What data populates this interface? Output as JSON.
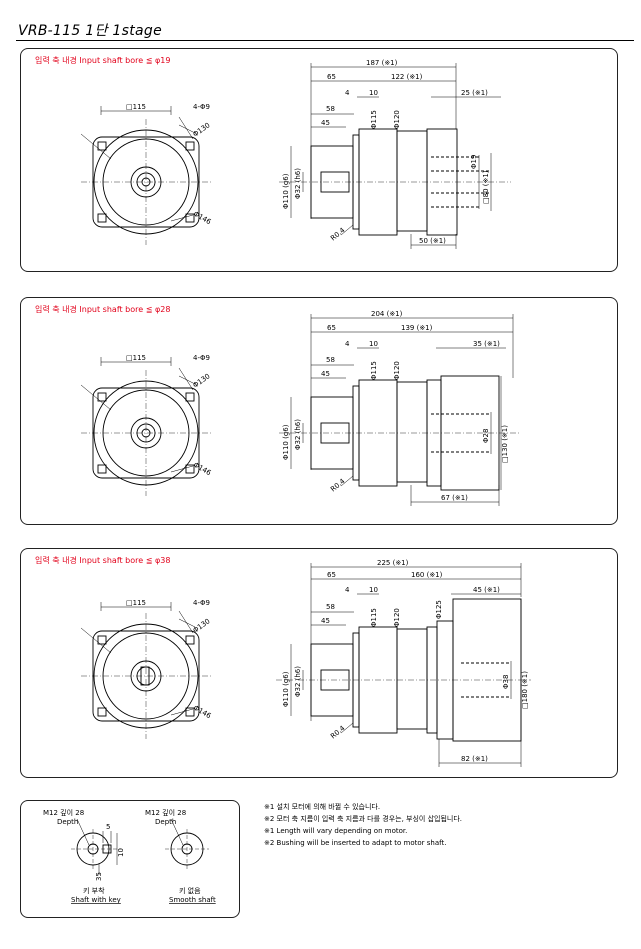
{
  "title": "VRB-115 1단 1stage",
  "panels": [
    {
      "caption": "입력 축 내경  Input shaft bore  ≦ φ19",
      "front": {
        "square": "□115",
        "holes": "4-Φ9",
        "pcd": "Φ130",
        "outer": "Φ146"
      },
      "side": {
        "total": "187 (※1)",
        "d65": "65",
        "d122": "122 (※1)",
        "d58": "58",
        "d4": "4",
        "d10": "10",
        "d45": "45",
        "d25": "25 (※1)",
        "dia115": "Φ115",
        "dia120": "Φ120",
        "dia110": "Φ110 (g6)",
        "dia32": "Φ32 (h6)",
        "r04": "R0.4",
        "bore": "Φ19",
        "flange": "□80 (※1)",
        "len": "50 (※1)"
      }
    },
    {
      "caption": "입력 축 내경  Input shaft bore  ≦ φ28",
      "front": {
        "square": "□115",
        "holes": "4-Φ9",
        "pcd": "Φ130",
        "outer": "Φ146"
      },
      "side": {
        "total": "204 (※1)",
        "d65": "65",
        "d122": "139 (※1)",
        "d58": "58",
        "d4": "4",
        "d10": "10",
        "d45": "45",
        "d25": "35 (※1)",
        "dia115": "Φ115",
        "dia120": "Φ120",
        "dia110": "Φ110 (g6)",
        "dia32": "Φ32 (h6)",
        "r04": "R0.4",
        "bore": "Φ28",
        "flange": "□130 (※1)",
        "len": "67 (※1)"
      }
    },
    {
      "caption": "입력 축 내경  Input shaft bore  ≦ φ38",
      "front": {
        "square": "□115",
        "holes": "4-Φ9",
        "pcd": "Φ130",
        "outer": "Φ146"
      },
      "side": {
        "total": "225 (※1)",
        "d65": "65",
        "d122": "160 (※1)",
        "d58": "58",
        "d4": "4",
        "d10": "10",
        "d45": "45",
        "d25": "45 (※1)",
        "dia115": "Φ115",
        "dia120": "Φ120",
        "dia125": "Φ125",
        "dia110": "Φ110 (g6)",
        "dia32": "Φ32 (h6)",
        "r04": "R0.4",
        "bore": "Φ38",
        "flange": "□180 (※1)",
        "len": "82 (※1)"
      }
    }
  ],
  "shaft_detail": {
    "left_label_top": "M12 깊이 28",
    "left_label_depth": "Depth",
    "right_label_top": "M12 깊이 28",
    "right_label_depth": "Depth",
    "dim5": "5",
    "dim10": "10",
    "dim35": "35",
    "left_caption_kr": "키 부착",
    "left_caption_en": "Shaft with key",
    "right_caption_kr": "키 없음",
    "right_caption_en": "Smooth shaft"
  },
  "notes": [
    "※1  설치 모터에 의해 바뀔 수 있습니다.",
    "※2  모터 축 지름이 입력 축 지름과 다를 경우는, 부싱이 삽입됩니다.",
    "※1  Length will vary depending on motor.",
    "※2  Bushing will be inserted to adapt to motor shaft."
  ]
}
